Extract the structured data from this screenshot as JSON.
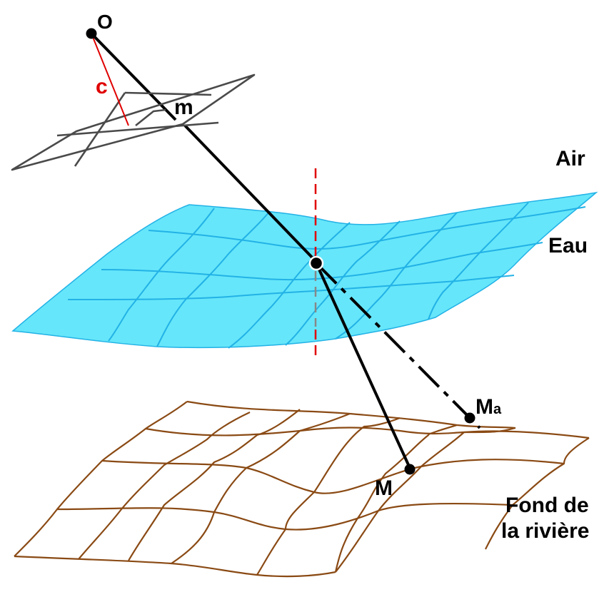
{
  "labels": {
    "camera_center": "O",
    "image_point": "m",
    "focal": "c",
    "air": "Air",
    "water": "Eau",
    "real_point": "M",
    "apparent_point_main": "M",
    "apparent_point_sub": "a",
    "riverbed_line1": "Fond de",
    "riverbed_line2": "la rivière"
  },
  "colors": {
    "water_fill": "#66e6fa",
    "water_grid": "#22b2e6",
    "riverbed": "#8a4a14",
    "image_plane": "#4a4a4a",
    "normal_line": "#e00000",
    "ray": "#000000"
  }
}
